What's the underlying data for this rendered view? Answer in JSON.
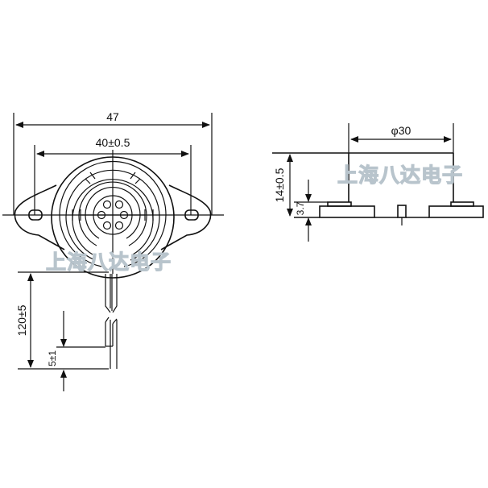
{
  "front_view": {
    "overall_width": "47",
    "mount_hole_spacing": "40±0.5",
    "lead_length": "120±5",
    "lead_strip": "5±1"
  },
  "side_view": {
    "diameter": "φ30",
    "height": "14±0.5",
    "flange_height": "3.7"
  },
  "watermark": "上海八达电子",
  "colors": {
    "line": "#111111",
    "watermark_outline": "#b8c4cc"
  }
}
